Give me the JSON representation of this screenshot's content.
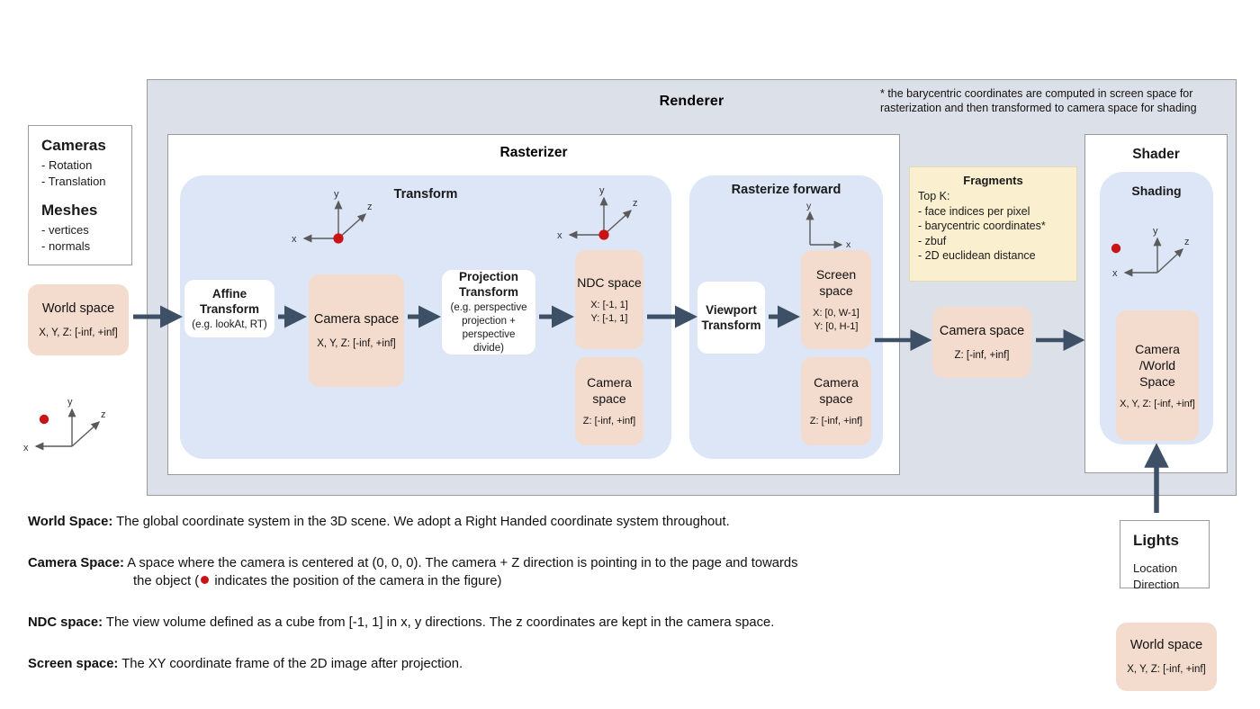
{
  "colors": {
    "renderer_bg": "#dce0e8",
    "panel_blue": "#dce6f7",
    "space_peach": "#f3dbcd",
    "fragments_yellow": "#faf0cf",
    "arrow": "#3d5066",
    "camera_dot": "#c81414",
    "axis": "#5a5a5a"
  },
  "inputs": {
    "cameras": {
      "title": "Cameras",
      "items": [
        "- Rotation",
        "- Translation"
      ]
    },
    "meshes": {
      "title": "Meshes",
      "items": [
        "- vertices",
        "- normals"
      ]
    },
    "world_space": {
      "title": "World space",
      "range": "X, Y, Z: [-inf, +inf]"
    }
  },
  "renderer": {
    "title": "Renderer",
    "footnote": "* the barycentric coordinates are computed in screen space for rasterization and then transformed to camera space for shading",
    "rasterizer": {
      "title": "Rasterizer",
      "transform": {
        "title": "Transform",
        "affine": {
          "head": "Affine Transform",
          "sub": "(e.g. lookAt, RT)"
        },
        "camera_space": {
          "title": "Camera space",
          "range": "X, Y, Z: [-inf, +inf]"
        },
        "projection": {
          "head": "Projection Transform",
          "sub": "(e.g. perspective projection + perspective divide)"
        },
        "ndc_space": {
          "title": "NDC space",
          "range_x": "X: [-1, 1]",
          "range_y": "Y: [-1, 1]"
        },
        "ndc_camera_space": {
          "title": "Camera space",
          "range": "Z: [-inf, +inf]"
        }
      },
      "rasterize_forward": {
        "title": "Rasterize forward",
        "viewport": {
          "head": "Viewport Transform"
        },
        "screen_space": {
          "title": "Screen space",
          "range_x": "X: [0, W-1]",
          "range_y": "Y: [0,  H-1]"
        },
        "screen_camera_space": {
          "title": "Camera space",
          "range": "Z: [-inf, +inf]"
        }
      }
    },
    "fragments": {
      "title": "Fragments",
      "lead": "Top K:",
      "items": [
        "- face indices per pixel",
        "- barycentric coordinates*",
        "- zbuf",
        "- 2D euclidean distance"
      ]
    },
    "fragments_camera_space": {
      "title": "Camera space",
      "range": "Z: [-inf, +inf]"
    },
    "shader": {
      "title": "Shader",
      "shading": {
        "title": "Shading",
        "space": {
          "title": "Camera /World Space",
          "range": "X, Y, Z: [-inf, +inf]"
        }
      }
    }
  },
  "lights": {
    "title": "Lights",
    "items": [
      "Location",
      "Direction"
    ]
  },
  "world_space_bottom": {
    "title": "World space",
    "range": "X, Y, Z: [-inf, +inf]"
  },
  "axes": {
    "x_label": "x",
    "y_label": "y",
    "z_label": "z"
  },
  "legend": {
    "world": {
      "term": "World Space:",
      "text": " The global coordinate system in the 3D scene. We adopt a Right Handed coordinate system throughout."
    },
    "camera": {
      "term": "Camera Space:",
      "text": " A space where the camera is centered at (0, 0, 0). The camera + Z direction is pointing in to the page and towards",
      "line2_before": "the object (",
      "line2_after": " indicates the position of the camera in the figure)"
    },
    "ndc": {
      "term": "NDC space:",
      "text": " The view volume defined as a cube from [-1, 1] in x, y directions. The z coordinates are kept in the camera space."
    },
    "screen": {
      "term": "Screen space:",
      "text": " The XY coordinate frame of the 2D image after projection."
    }
  }
}
